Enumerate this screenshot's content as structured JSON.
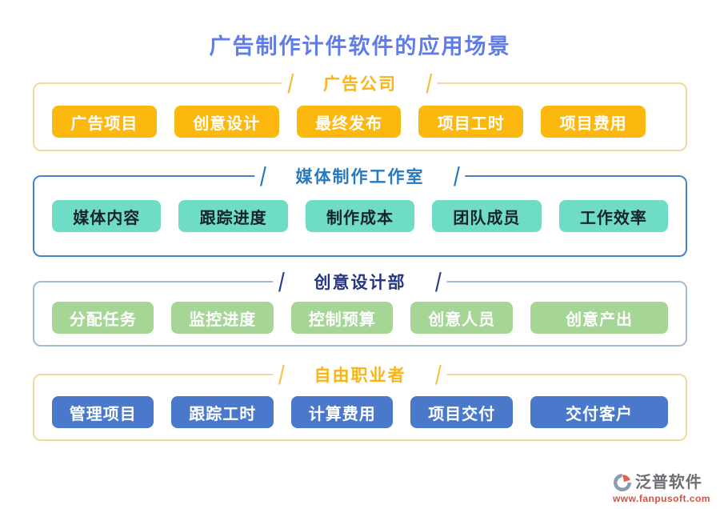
{
  "page": {
    "title": "广告制作计件软件的应用场景",
    "title_color": "#5F7CE8"
  },
  "sections": [
    {
      "title": "广告公司",
      "title_color": "#FBB415",
      "border_color": "#F2DA9E",
      "slash_color": "#F0BE3C",
      "button_bg": "#FCB80E",
      "button_text_color": "#FFFFFF",
      "buttons": [
        "广告项目",
        "创意设计",
        "最终发布",
        "项目工时",
        "项目费用"
      ]
    },
    {
      "title": "媒体制作工作室",
      "title_color": "#2779BE",
      "border_color": "#4483C4",
      "slash_color": "#2779BE",
      "button_bg": "#6FDCC6",
      "button_text_color": "#15232B",
      "buttons": [
        "媒体内容",
        "跟踪进度",
        "制作成本",
        "团队成员",
        "工作效率"
      ]
    },
    {
      "title": "创意设计部",
      "title_color": "#253580",
      "border_color": "#A6BAD6",
      "slash_color": "#2B3C8C",
      "button_bg": "#A5D696",
      "button_text_color": "#FFFFFF",
      "buttons": [
        "分配任务",
        "监控进度",
        "控制预算",
        "创意人员",
        "创意产出"
      ]
    },
    {
      "title": "自由职业者",
      "title_color": "#FBB415",
      "border_color": "#F2DA9E",
      "slash_color": "#F5C24A",
      "button_bg": "#4A78CB",
      "button_text_color": "#FFFFFF",
      "buttons": [
        "管理项目",
        "跟踪工时",
        "计算费用",
        "项目交付",
        "交付客户"
      ]
    }
  ],
  "footer": {
    "brand": "泛普软件",
    "url": "www.fanpusoft.com",
    "brand_color": "#6E6E73",
    "url_color": "#D94F43"
  }
}
